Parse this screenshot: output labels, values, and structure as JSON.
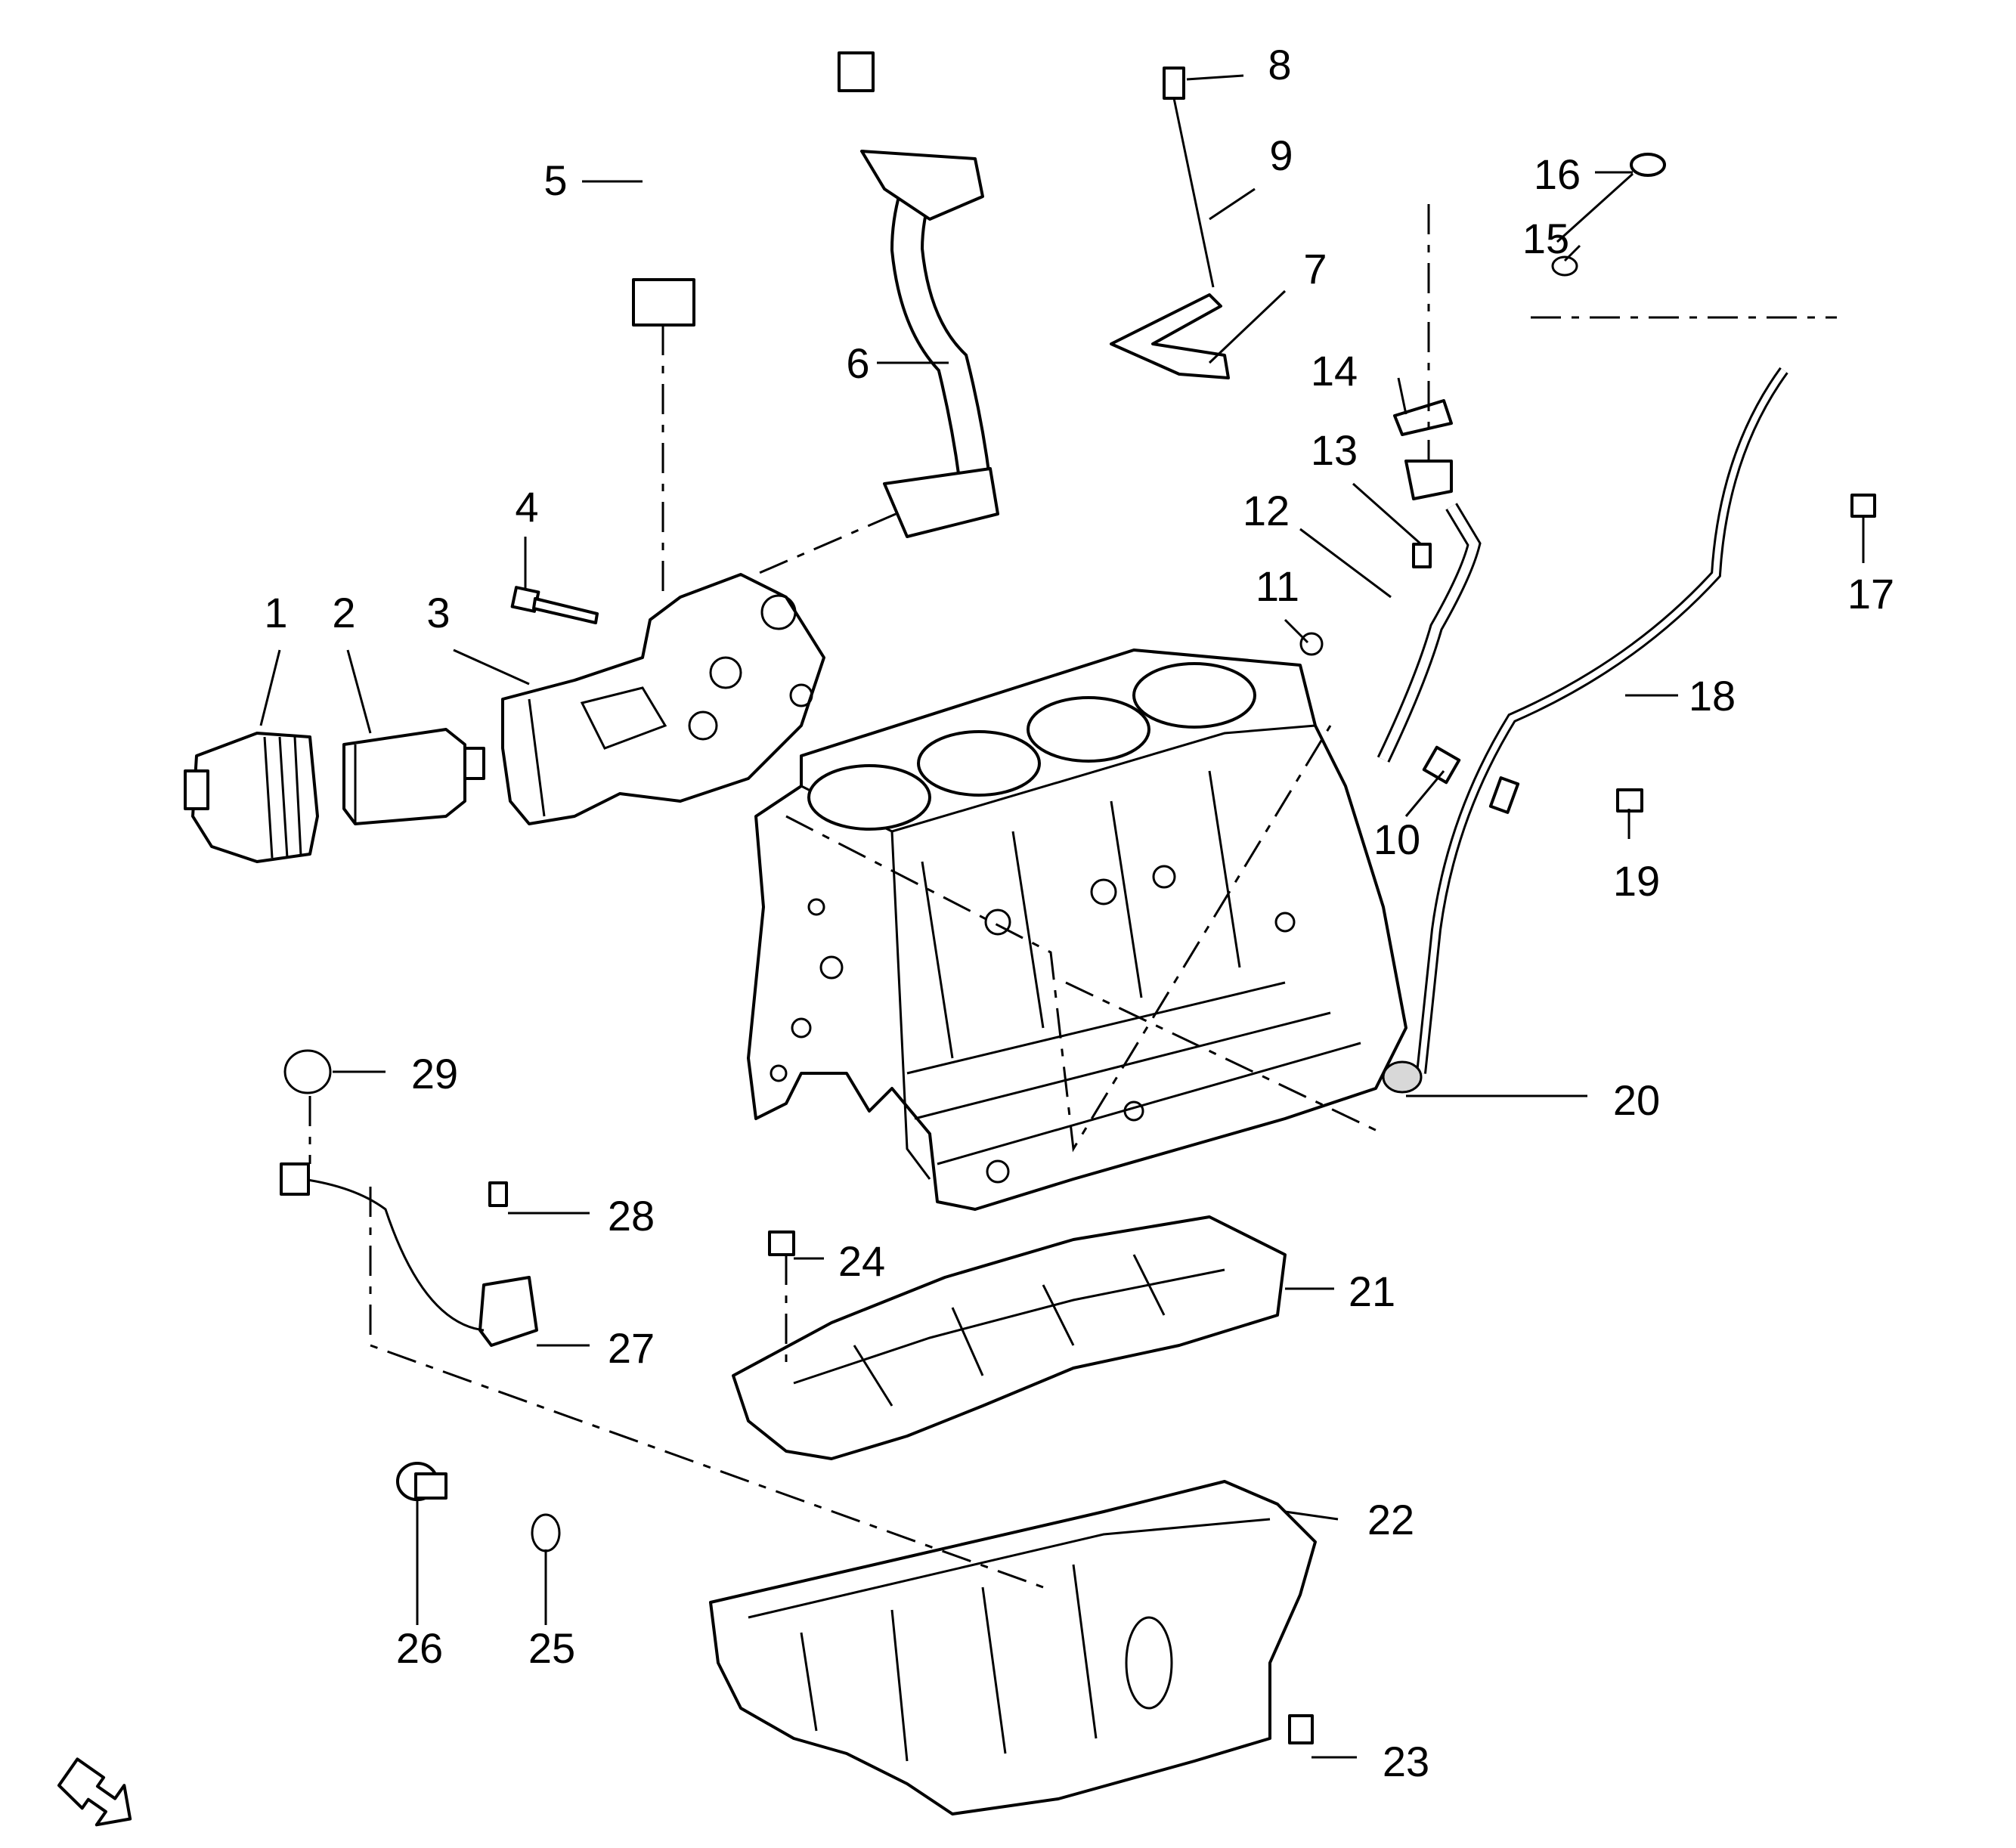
{
  "callouts": [
    {
      "id": "1",
      "label": "1"
    },
    {
      "id": "2",
      "label": "2"
    },
    {
      "id": "3",
      "label": "3"
    },
    {
      "id": "4",
      "label": "4"
    },
    {
      "id": "5",
      "label": "5"
    },
    {
      "id": "6",
      "label": "6"
    },
    {
      "id": "7",
      "label": "7"
    },
    {
      "id": "8",
      "label": "8"
    },
    {
      "id": "9",
      "label": "9"
    },
    {
      "id": "10",
      "label": "10"
    },
    {
      "id": "11",
      "label": "11"
    },
    {
      "id": "12",
      "label": "12"
    },
    {
      "id": "13",
      "label": "13"
    },
    {
      "id": "14",
      "label": "14"
    },
    {
      "id": "15",
      "label": "15"
    },
    {
      "id": "16",
      "label": "16"
    },
    {
      "id": "17",
      "label": "17"
    },
    {
      "id": "18",
      "label": "18"
    },
    {
      "id": "19",
      "label": "19"
    },
    {
      "id": "20",
      "label": "20"
    },
    {
      "id": "21",
      "label": "21"
    },
    {
      "id": "22",
      "label": "22"
    },
    {
      "id": "23",
      "label": "23"
    },
    {
      "id": "24",
      "label": "24"
    },
    {
      "id": "25",
      "label": "25"
    },
    {
      "id": "26",
      "label": "26"
    },
    {
      "id": "27",
      "label": "27"
    },
    {
      "id": "28",
      "label": "28"
    },
    {
      "id": "29",
      "label": "29"
    }
  ],
  "icons": {
    "front_arrow": "front-direction-arrow-icon"
  }
}
